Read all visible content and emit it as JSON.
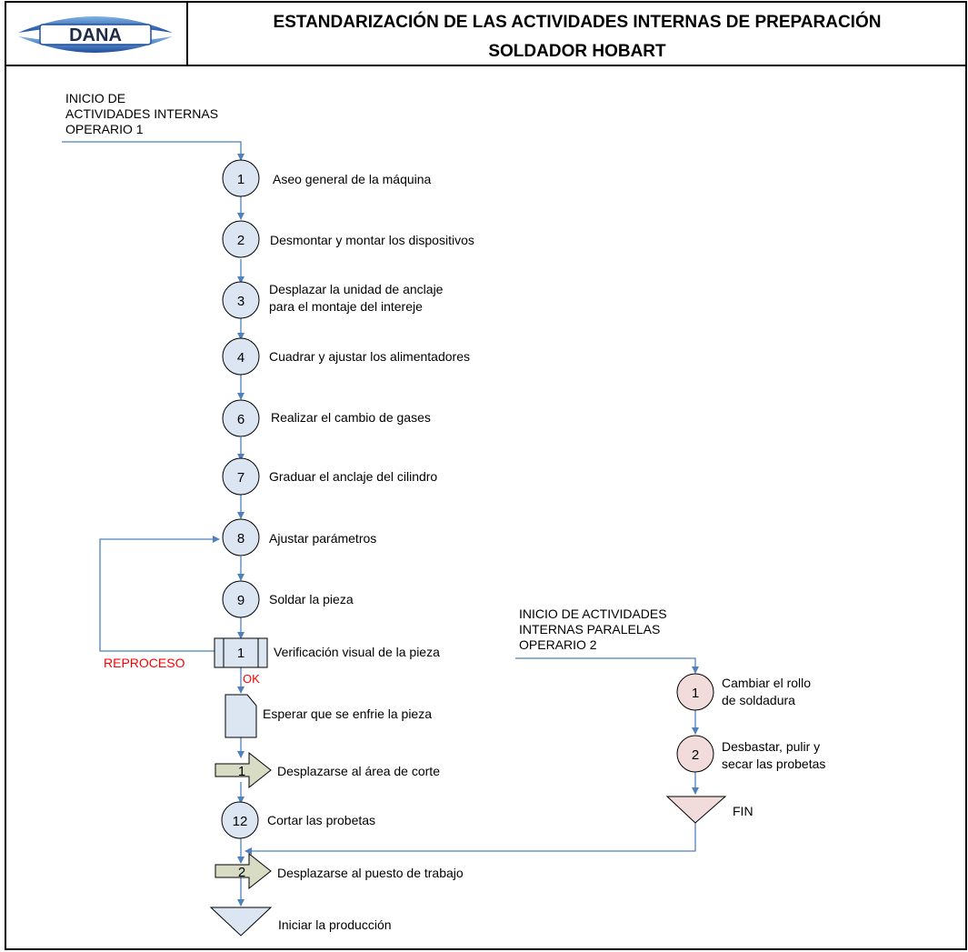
{
  "header": {
    "logo_text": "DANA",
    "title_line1": "ESTANDARIZACIÓN DE LAS ACTIVIDADES INTERNAS DE PREPARACIÓN",
    "title_line2": "SOLDADOR HOBART"
  },
  "start_operator1": {
    "line1": "INICIO DE",
    "line2": "ACTIVIDADES INTERNAS",
    "line3": "OPERARIO 1"
  },
  "steps": [
    {
      "symbol": "1",
      "label1": "Aseo general de la máquina",
      "label2": ""
    },
    {
      "symbol": "2",
      "label1": "Desmontar y  montar los dispositivos",
      "label2": ""
    },
    {
      "symbol": "3",
      "label1": "Desplazar la unidad de anclaje",
      "label2": "para el montaje del intereje"
    },
    {
      "symbol": "4",
      "label1": "Cuadrar y ajustar los alimentadores",
      "label2": ""
    },
    {
      "symbol": "6",
      "label1": "Realizar el cambio de gases",
      "label2": ""
    },
    {
      "symbol": "7",
      "label1": "Graduar el anclaje del cilindro",
      "label2": ""
    },
    {
      "symbol": "8",
      "label1": "Ajustar parámetros",
      "label2": ""
    },
    {
      "symbol": "9",
      "label1": "Soldar la pieza",
      "label2": ""
    }
  ],
  "inspection": {
    "symbol": "1",
    "label": "Verificación visual de la pieza"
  },
  "loop_label": "REPROCESO",
  "ok_label": "OK",
  "delay": {
    "label": "Esperar que se enfrie la pieza"
  },
  "transport1": {
    "symbol": "1",
    "label": "Desplazarse al área de corte"
  },
  "step12": {
    "symbol": "12",
    "label": "Cortar las probetas"
  },
  "transport2": {
    "symbol": "2",
    "label": "Desplazarse al puesto de trabajo"
  },
  "end_main": {
    "label": "Iniciar la producción"
  },
  "start_operator2": {
    "line1": "INICIO DE ACTIVIDADES",
    "line2": "INTERNAS PARALELAS",
    "line3": "OPERARIO 2"
  },
  "parallel_steps": [
    {
      "symbol": "1",
      "label1": "Cambiar el rollo",
      "label2": "de soldadura"
    },
    {
      "symbol": "2",
      "label1": "Desbastar, pulir y",
      "label2": "secar las probetas"
    }
  ],
  "end_parallel": {
    "label": "FIN"
  },
  "colors": {
    "flow_line": "#4f81bd",
    "circle_fill": "#dce6f2",
    "parallel_fill": "#f2dcdb",
    "transport_fill": "#d8dcc4",
    "reproceso_red": "#ff0000",
    "logo_blue": "#1f4e9c"
  }
}
